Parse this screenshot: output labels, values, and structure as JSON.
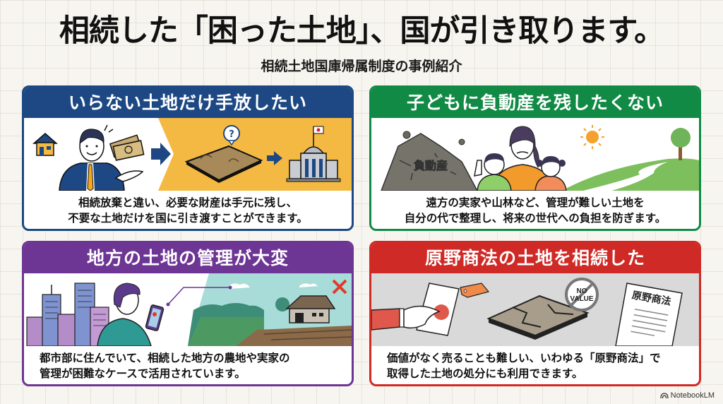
{
  "header": {
    "title": "相続した「困った土地」、国が引き取ります。",
    "subtitle": "相続土地国庫帰属制度の事例紹介"
  },
  "panels": [
    {
      "title": "いらない土地だけ手放したい",
      "caption_lines": [
        "相続放棄と違い、必要な財産は手元に残し、",
        "不要な土地だけを国に引き渡すことができます。"
      ],
      "color": "#1d4883",
      "icons": [
        "house-icon",
        "businessman-icon",
        "money-icon",
        "arrow-right-icon",
        "land-question-icon",
        "government-building-icon"
      ]
    },
    {
      "title": "子どもに負動産を残したくない",
      "caption_lines": [
        "遠方の実家や山林など、管理が難しい土地を",
        "自分の代で整理し、将来の世代への負担を防ぎます。"
      ],
      "color": "#118a45",
      "rock_label": "負動産",
      "icons": [
        "rock-pile-icon",
        "mother-children-icon",
        "sun-icon",
        "tree-icon",
        "path-icon"
      ]
    },
    {
      "title": "地方の土地の管理が大変",
      "caption_lines": [
        "都市部に住んでいて、相続した地方の農地や実家の",
        "管理が困難なケースで活用されています。"
      ],
      "color": "#6d3594",
      "icons": [
        "city-buildings-icon",
        "man-with-phone-icon",
        "map-pin-icon",
        "farmland-icon",
        "abandoned-house-icon",
        "x-mark-icon"
      ]
    },
    {
      "title": "原野商法の土地を相続した",
      "caption_lines": [
        "価値がなく売ることも難しい、いわゆる「原野商法」で",
        "取得した土地の処分にも利用できます。"
      ],
      "color": "#cf2a26",
      "no_value_label_1": "NO",
      "no_value_label_2": "VALUE",
      "document_label": "原野商法",
      "icons": [
        "hand-with-paper-icon",
        "price-tag-icon",
        "cracked-land-icon",
        "no-value-icon",
        "document-icon"
      ]
    }
  ],
  "footer": {
    "brand": "NotebookLM"
  }
}
